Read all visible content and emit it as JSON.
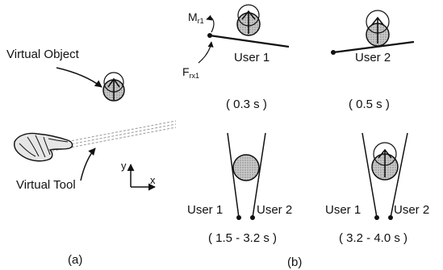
{
  "panel_a": {
    "virtual_object_label": "Virtual Object",
    "virtual_tool_label": "Virtual Tool",
    "axis_y_label": "y",
    "axis_x_label": "x",
    "caption": "(a)"
  },
  "panel_b": {
    "moment_label_main": "M",
    "moment_label_sub": "r1",
    "force_label_main": "F",
    "force_label_sub": "rx1",
    "user1_label": "User 1",
    "user2_label": "User 2",
    "time_1": "( 0.3 s )",
    "time_2": "( 0.5 s )",
    "time_3": "( 1.5 - 3.2 s )",
    "time_4": "( 3.2 - 4.0 s )",
    "caption": "(b)"
  },
  "colors": {
    "object_fill": "#b8b8b8",
    "line": "#111111",
    "tool_line": "#9a9a9a"
  }
}
